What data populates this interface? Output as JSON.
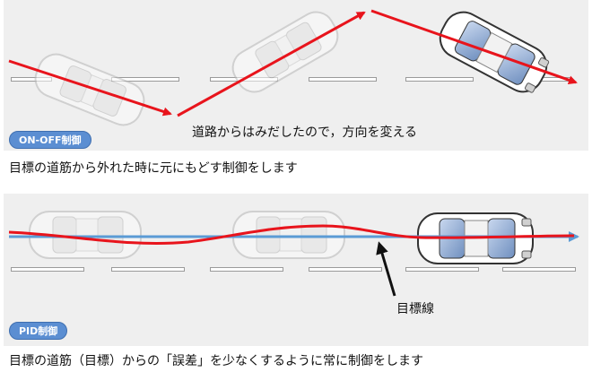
{
  "top": {
    "badge": "ON-OFF制御",
    "annotation": "道路からはみだしたので，方向を変える",
    "caption": "目標の道筋から外れた時に元にもどす制御をします"
  },
  "bottom": {
    "badge": "PID制御",
    "target_label": "目標線",
    "caption": "目標の道筋（目標）からの「誤差」を少なくするように常に制御をします"
  },
  "colors": {
    "path": "#e8141c",
    "target_line": "#5b9bd5",
    "badge_bg": "#5b8ed2",
    "panel_bg": "#efefef"
  }
}
